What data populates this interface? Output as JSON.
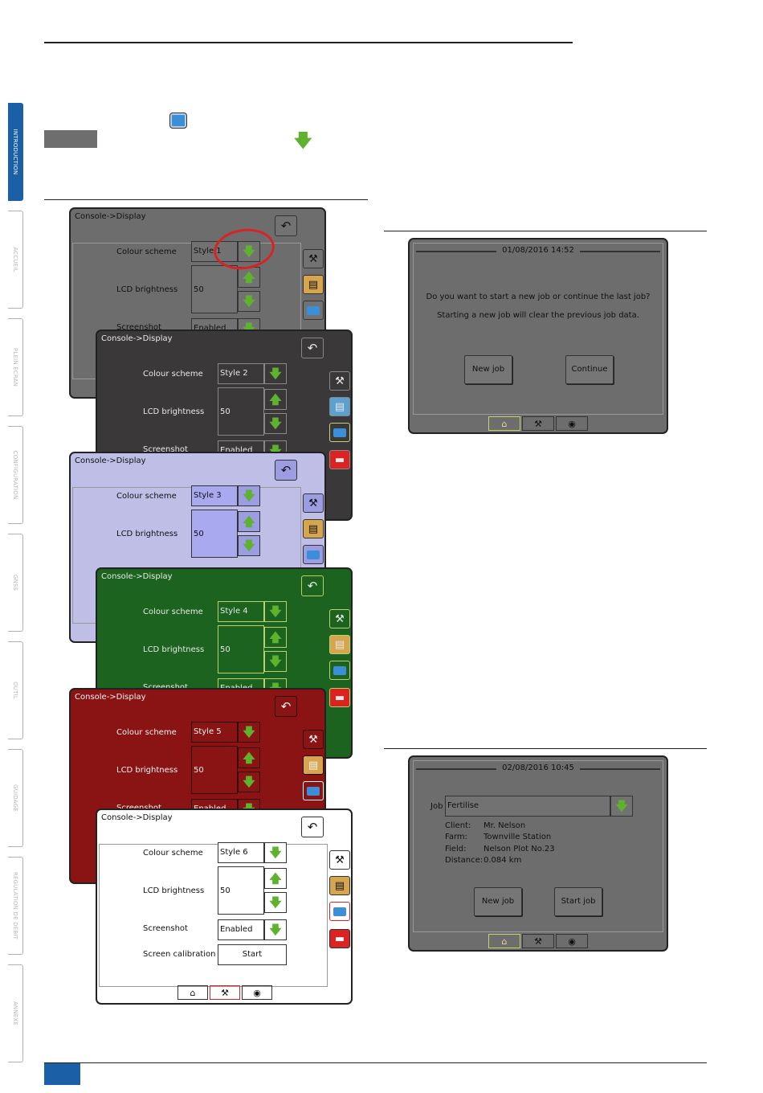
{
  "side_tabs": [
    {
      "label": "INTRODUCTION",
      "active": true
    },
    {
      "label": "ACCUEIL"
    },
    {
      "label": "PLEIN ÉCRAN"
    },
    {
      "label": "CONFIGURATION"
    },
    {
      "label": "GNSS"
    },
    {
      "label": "OUTIL"
    },
    {
      "label": "GUIDAGE"
    },
    {
      "label": "RÉGULATION DE DÉBIT"
    },
    {
      "label": "ANNEXE"
    }
  ],
  "console": {
    "title": "Console->Display",
    "colour_scheme_label": "Colour scheme",
    "lcd_label": "LCD brightness",
    "lcd_value": "50",
    "screenshot_label": "Screenshot",
    "screenshot_value": "Enabled",
    "calibration_label": "Screen calibration",
    "calibration_button": "Start",
    "styles": [
      "Style 1",
      "Style 2",
      "Style 3",
      "Style 4",
      "Style 5",
      "Style 6"
    ]
  },
  "job1": {
    "datetime": "01/08/2016 14:52",
    "question": "Do you want to start a new job or continue the last job?",
    "warning": "Starting a new job will clear the previous job data.",
    "new_job": "New job",
    "continue": "Continue"
  },
  "job2": {
    "datetime": "02/08/2016 10:45",
    "job_label": "Job",
    "job_value": "Fertilise",
    "client_label": "Client:",
    "client_value": "Mr. Nelson",
    "farm_label": "Farm:",
    "farm_value": "Townville Station",
    "field_label": "Field:",
    "field_value": "Nelson Plot No.23",
    "distance_label": "Distance:",
    "distance_value": "0.084 km",
    "new_job": "New job",
    "start_job": "Start job"
  },
  "colors": {
    "accent": "#1b5fa6",
    "arrow_green": "#5fb22e",
    "highlight_red": "#d62424"
  }
}
